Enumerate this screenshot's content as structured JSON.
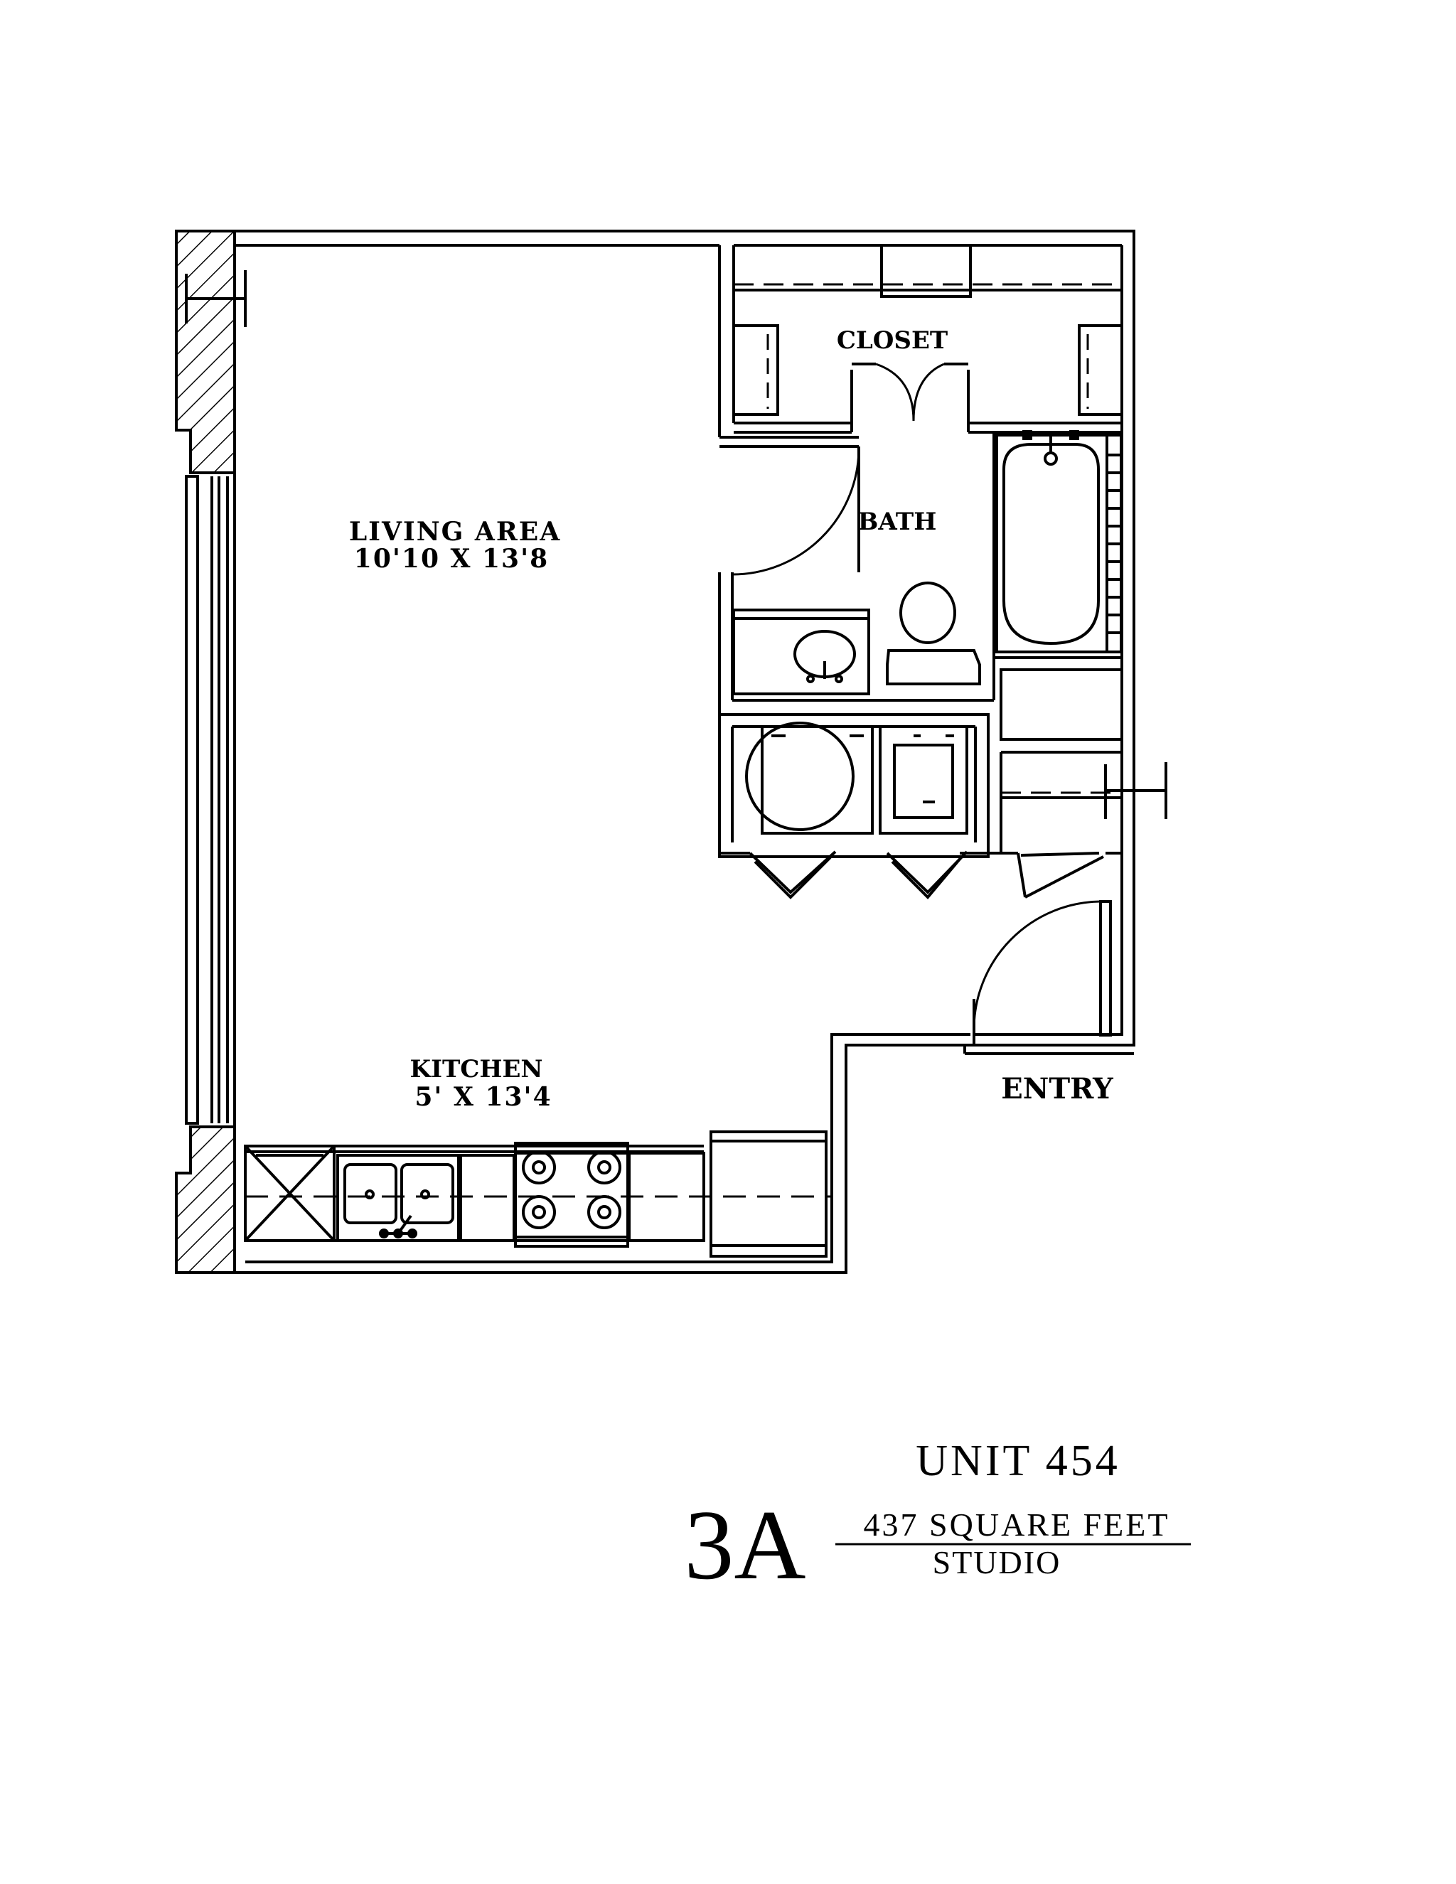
{
  "rooms": {
    "closet": "CLOSET",
    "bath": "BATH",
    "living": {
      "name": "LIVING AREA",
      "dims": "10'10 X 13'8"
    },
    "kitchen": {
      "name": "KITCHEN",
      "dims": "5' X 13'4"
    },
    "entry": "ENTRY"
  },
  "unit": {
    "title": "UNIT 454",
    "plan_code": "3A",
    "area": "437 SQUARE FEET",
    "type": "STUDIO"
  }
}
